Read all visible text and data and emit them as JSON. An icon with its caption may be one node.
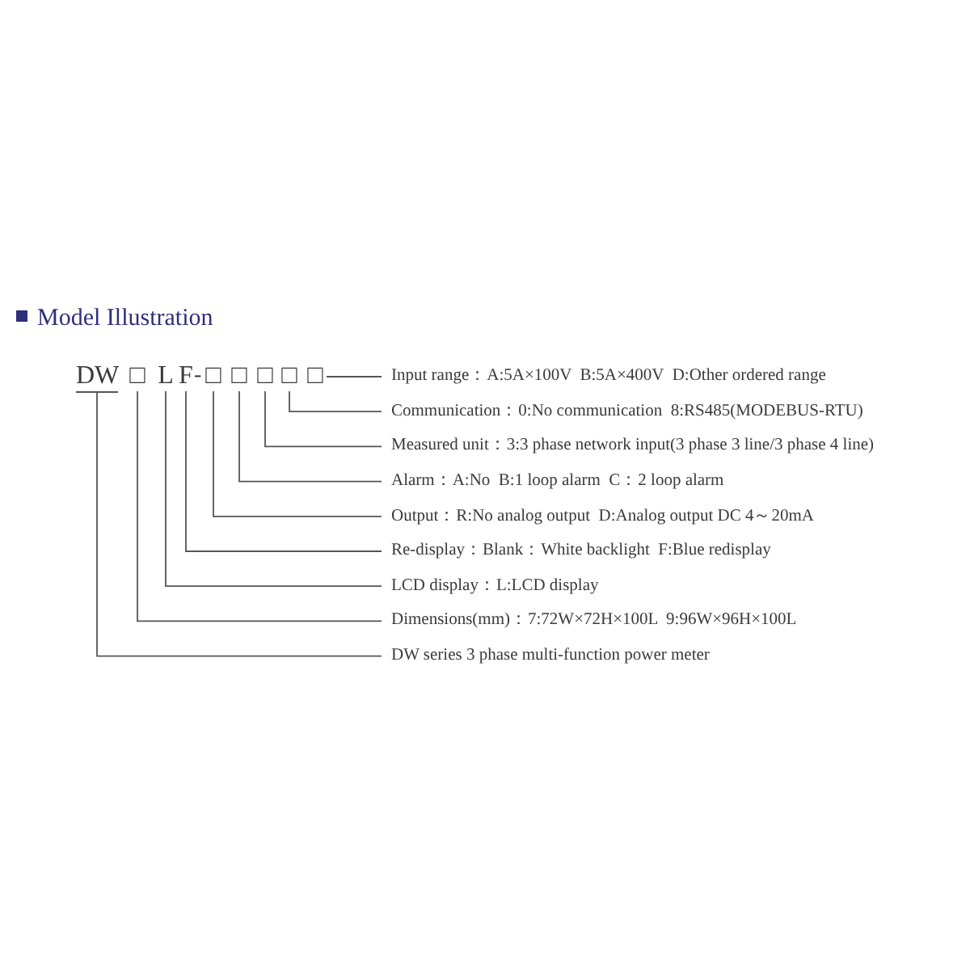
{
  "diagram": {
    "title": "Model Illustration",
    "nodes": [
      {
        "text": [
          "DW"
        ]
      },
      {
        "text": [
          "□"
        ]
      },
      {
        "text": [
          "L"
        ]
      },
      {
        "text": [
          "F"
        ]
      },
      {
        "text": [
          "□"
        ]
      },
      {
        "text": [
          "□"
        ]
      },
      {
        "text": [
          "□"
        ]
      },
      {
        "text": [
          "□"
        ]
      },
      {
        "text": [
          "□"
        ]
      },
      {
        "text": [
          "Input range：A:5A×100V  B:5A×400V  D:Other ordered range"
        ]
      },
      {
        "text": [
          "Communication：0:No communication  8:RS485(MODEBUS-RTU)"
        ]
      },
      {
        "text": [
          "Measured unit：3:3 phase network input(3 phase 3 line/3 phase 4 line)"
        ]
      },
      {
        "text": [
          "Alarm：A:No  B:1 loop alarm  C：2 loop alarm"
        ]
      },
      {
        "text": [
          "Output：R:No analog output  D:Analog output DC 4～20mA"
        ]
      },
      {
        "text": [
          "Re-display：Blank：White backlight  F:Blue redisplay"
        ]
      },
      {
        "text": [
          "LCD display：L:LCD display"
        ]
      },
      {
        "text": [
          "Dimensions(mm)：7:72W×72H×100L  9:96W×96H×100L"
        ]
      },
      {
        "text": [
          "DW series 3 phase multi-function power meter"
        ]
      }
    ],
    "edges": [
      {
        "from": 9,
        "to": 8,
        "arrow": "none"
      },
      {
        "from": 10,
        "to": 7,
        "arrow": "none"
      },
      {
        "from": 11,
        "to": 6,
        "arrow": "none"
      },
      {
        "from": 12,
        "to": 5,
        "arrow": "none"
      },
      {
        "from": 13,
        "to": 4,
        "arrow": "none"
      },
      {
        "from": 14,
        "to": 3,
        "arrow": "none"
      },
      {
        "from": 15,
        "to": 2,
        "arrow": "none"
      },
      {
        "from": 16,
        "to": 1,
        "arrow": "none"
      },
      {
        "from": 17,
        "to": 0,
        "arrow": "none"
      }
    ],
    "labels": [
      "-"
    ]
  }
}
